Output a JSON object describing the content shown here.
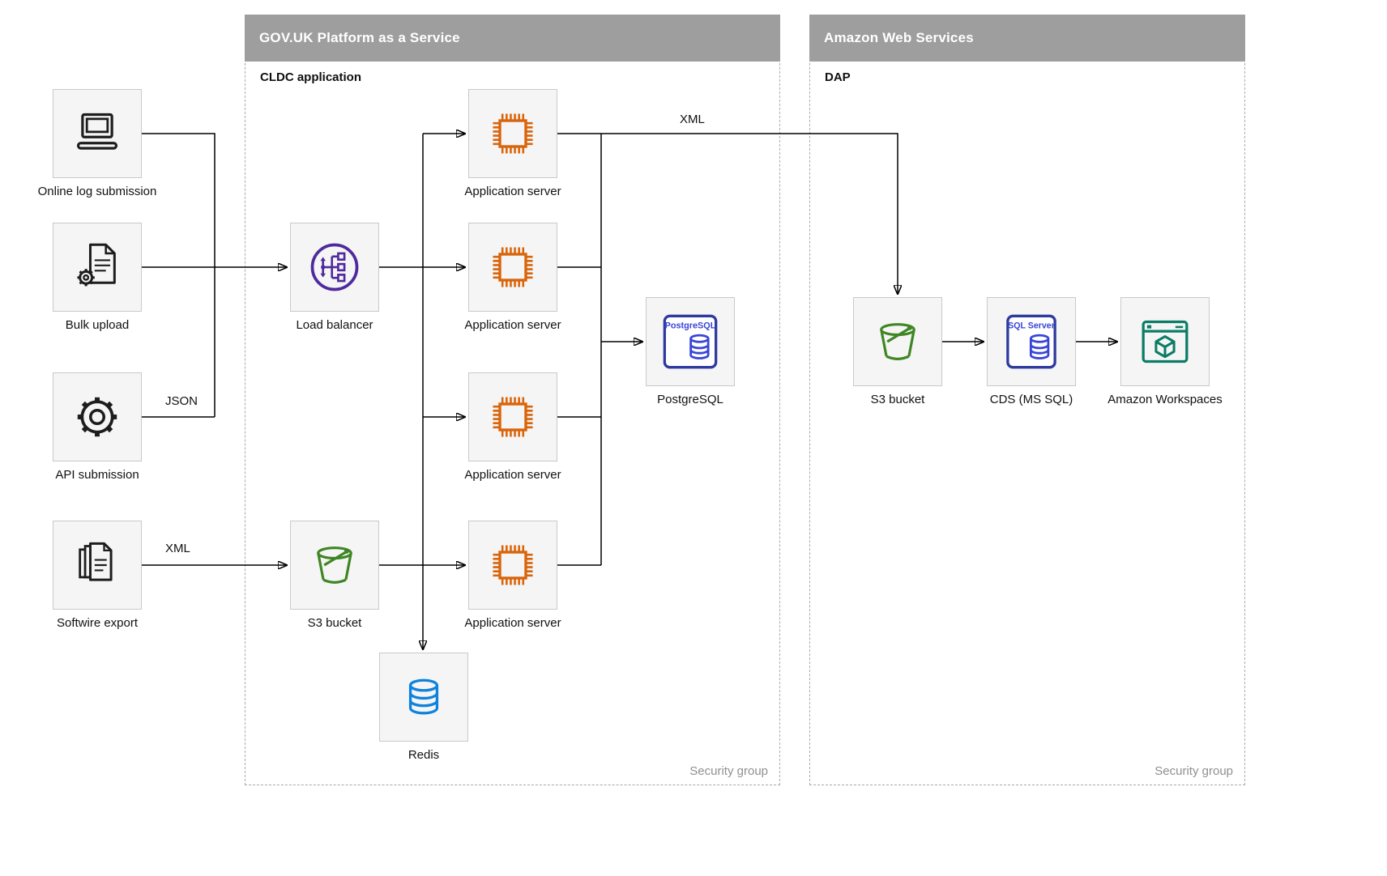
{
  "containers": {
    "govuk": {
      "title": "GOV.UK Platform as a Service",
      "sublabel": "CLDC application",
      "footer": "Security group"
    },
    "aws": {
      "title": "Amazon Web Services",
      "sublabel": "DAP",
      "footer": "Security group"
    }
  },
  "nodes": {
    "online_log_submission": {
      "label": "Online log submission"
    },
    "bulk_upload": {
      "label": "Bulk upload"
    },
    "api_submission": {
      "label": "API submission"
    },
    "softwire_export": {
      "label": "Softwire export"
    },
    "load_balancer": {
      "label": "Load balancer"
    },
    "app_server_1": {
      "label": "Application server"
    },
    "app_server_2": {
      "label": "Application server"
    },
    "app_server_3": {
      "label": "Application server"
    },
    "app_server_4": {
      "label": "Application server"
    },
    "postgresql": {
      "label": "PostgreSQL",
      "icon_text": "PostgreSQL"
    },
    "s3_bucket_govuk": {
      "label": "S3 bucket"
    },
    "redis": {
      "label": "Redis"
    },
    "s3_bucket_aws": {
      "label": "S3 bucket"
    },
    "cds": {
      "label": "CDS (MS SQL)",
      "icon_text": "SQL Server"
    },
    "amazon_workspaces": {
      "label": "Amazon Workspaces"
    }
  },
  "edge_labels": {
    "json": "JSON",
    "xml_softwire": "XML",
    "xml_dap": "XML"
  },
  "colors": {
    "container_header": "#9e9e9e",
    "node_fill": "#f5f5f5",
    "node_border": "#c9c9c9",
    "edge": "#000000",
    "icon_dark": "#1d1d1d",
    "icon_purple": "#4f2a9e",
    "icon_orange": "#d9650b",
    "icon_green": "#3f8624",
    "icon_blue": "#0d83dd",
    "icon_navy": "#2d3a9e",
    "icon_blue_text": "#3945d8",
    "icon_teal": "#0b7c66",
    "security_text": "#8f8f8f"
  }
}
